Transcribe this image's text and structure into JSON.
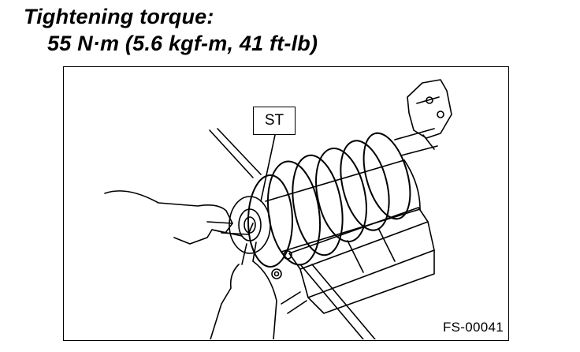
{
  "heading": {
    "line1": "Tightening torque:",
    "line2": "55 N·m (5.6 kgf-m, 41 ft-lb)"
  },
  "figure": {
    "callout_label": "ST",
    "figure_id": "FS-00041"
  }
}
